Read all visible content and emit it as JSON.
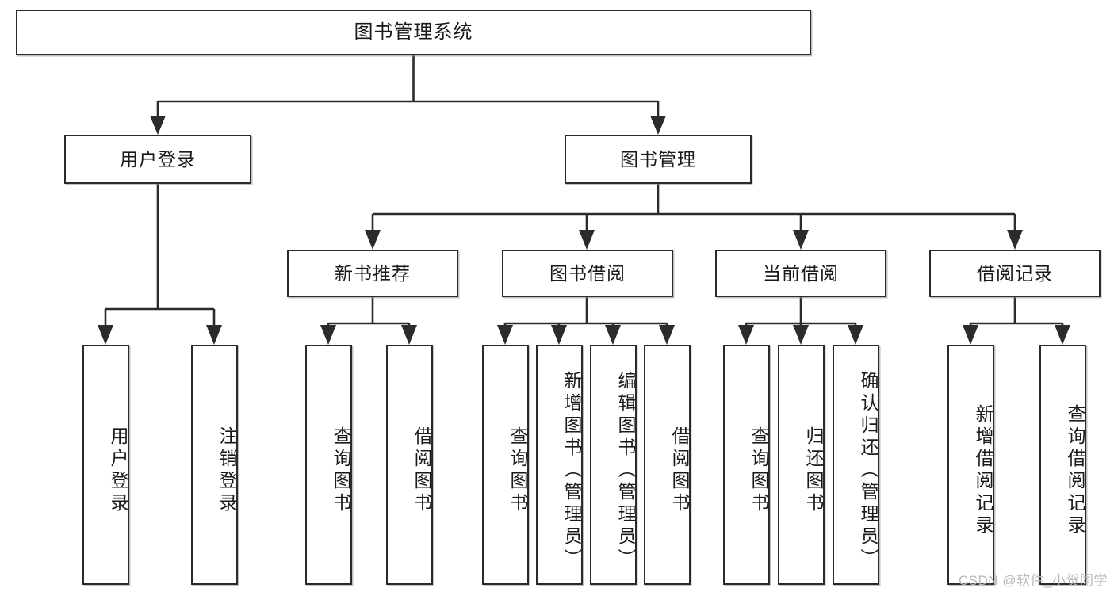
{
  "diagram": {
    "type": "tree-hierarchy-chart",
    "title": "图书管理系统",
    "watermark": "CSDN @软件_小贺同学",
    "colors": {
      "stroke": "#2b2b2b",
      "fill": "#ffffff",
      "watermark": "#b9b9b9"
    },
    "levels": [
      {
        "level": 1,
        "nodes": [
          "图书管理系统"
        ]
      },
      {
        "level": 2,
        "nodes": [
          "用户登录",
          "图书管理"
        ]
      },
      {
        "level": 3,
        "nodes": [
          "新书推荐",
          "图书借阅",
          "当前借阅",
          "借阅记录"
        ]
      },
      {
        "level": 4,
        "nodes": [
          "用户登录",
          "注销登录",
          "查询图书",
          "借阅图书",
          "查询图书",
          "新增图书（管理员）",
          "编辑图书（管理员）",
          "借阅图书",
          "查询图书",
          "归还图书",
          "确认归还（管理员）",
          "新增借阅记录",
          "查询借阅记录"
        ]
      }
    ],
    "nodes": {
      "root": {
        "label": "图书管理系统"
      },
      "l2": [
        {
          "id": "user-login",
          "label": "用户登录"
        },
        {
          "id": "book-manage",
          "label": "图书管理"
        }
      ],
      "l3": [
        {
          "id": "new-book-rec",
          "label": "新书推荐"
        },
        {
          "id": "book-borrow",
          "label": "图书借阅"
        },
        {
          "id": "current-borrow",
          "label": "当前借阅"
        },
        {
          "id": "borrow-record",
          "label": "借阅记录"
        }
      ],
      "l4": [
        {
          "id": "leaf-user-login",
          "label": "用户登录",
          "parent": "用户登录"
        },
        {
          "id": "leaf-user-logout",
          "label": "注销登录",
          "parent": "用户登录"
        },
        {
          "id": "leaf-query-book-1",
          "label": "查询图书",
          "parent": "新书推荐"
        },
        {
          "id": "leaf-borrow-book-1",
          "label": "借阅图书",
          "parent": "新书推荐"
        },
        {
          "id": "leaf-query-book-2",
          "label": "查询图书",
          "parent": "图书借阅"
        },
        {
          "id": "leaf-add-book",
          "label": "新增图书（管理员）",
          "parent": "图书借阅"
        },
        {
          "id": "leaf-edit-book",
          "label": "编辑图书（管理员）",
          "parent": "图书借阅"
        },
        {
          "id": "leaf-borrow-book-2",
          "label": "借阅图书",
          "parent": "图书借阅"
        },
        {
          "id": "leaf-query-book-3",
          "label": "查询图书",
          "parent": "当前借阅"
        },
        {
          "id": "leaf-return-book",
          "label": "归还图书",
          "parent": "当前借阅"
        },
        {
          "id": "leaf-confirm-return",
          "label": "确认归还（管理员）",
          "parent": "当前借阅"
        },
        {
          "id": "leaf-add-record",
          "label": "新增借阅记录",
          "parent": "借阅记录"
        },
        {
          "id": "leaf-query-record",
          "label": "查询借阅记录",
          "parent": "借阅记录"
        }
      ]
    }
  }
}
